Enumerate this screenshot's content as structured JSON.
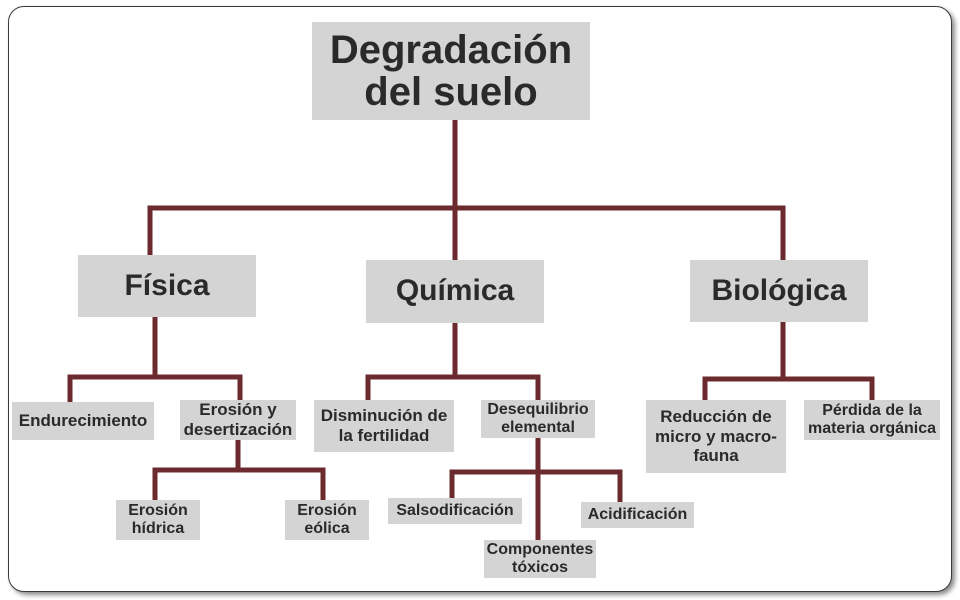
{
  "diagram": {
    "root": {
      "line1": "Degradación",
      "line2": "del suelo"
    },
    "categories": {
      "fisica": "Física",
      "quimica": "Química",
      "biologica": "Biológica"
    },
    "fisica": {
      "endurecimiento": "Endurecimiento",
      "erosion": {
        "line1": "Erosión y",
        "line2": "desertización"
      },
      "erosion_hidrica": {
        "line1": "Erosión",
        "line2": "hídrica"
      },
      "erosion_eolica": {
        "line1": "Erosión",
        "line2": "eólica"
      }
    },
    "quimica": {
      "disminucion": {
        "line1": "Disminución de",
        "line2": "la fertilidad"
      },
      "desequilibrio": {
        "line1": "Desequilibrio",
        "line2": "elemental"
      },
      "salsodificacion": "Salsodificación",
      "componentes": {
        "line1": "Componentes",
        "line2": "tóxicos"
      },
      "acidificacion": "Acidificación"
    },
    "biologica": {
      "reduccion": {
        "line1": "Reducción de",
        "line2": "micro y macro-",
        "line3": "fauna"
      },
      "perdida": {
        "line1": "Pérdida de la",
        "line2": "materia orgánica"
      }
    },
    "colors": {
      "connector": "#6b2a2e",
      "box": "#d4d4d4",
      "text": "#2a2a2a"
    }
  }
}
